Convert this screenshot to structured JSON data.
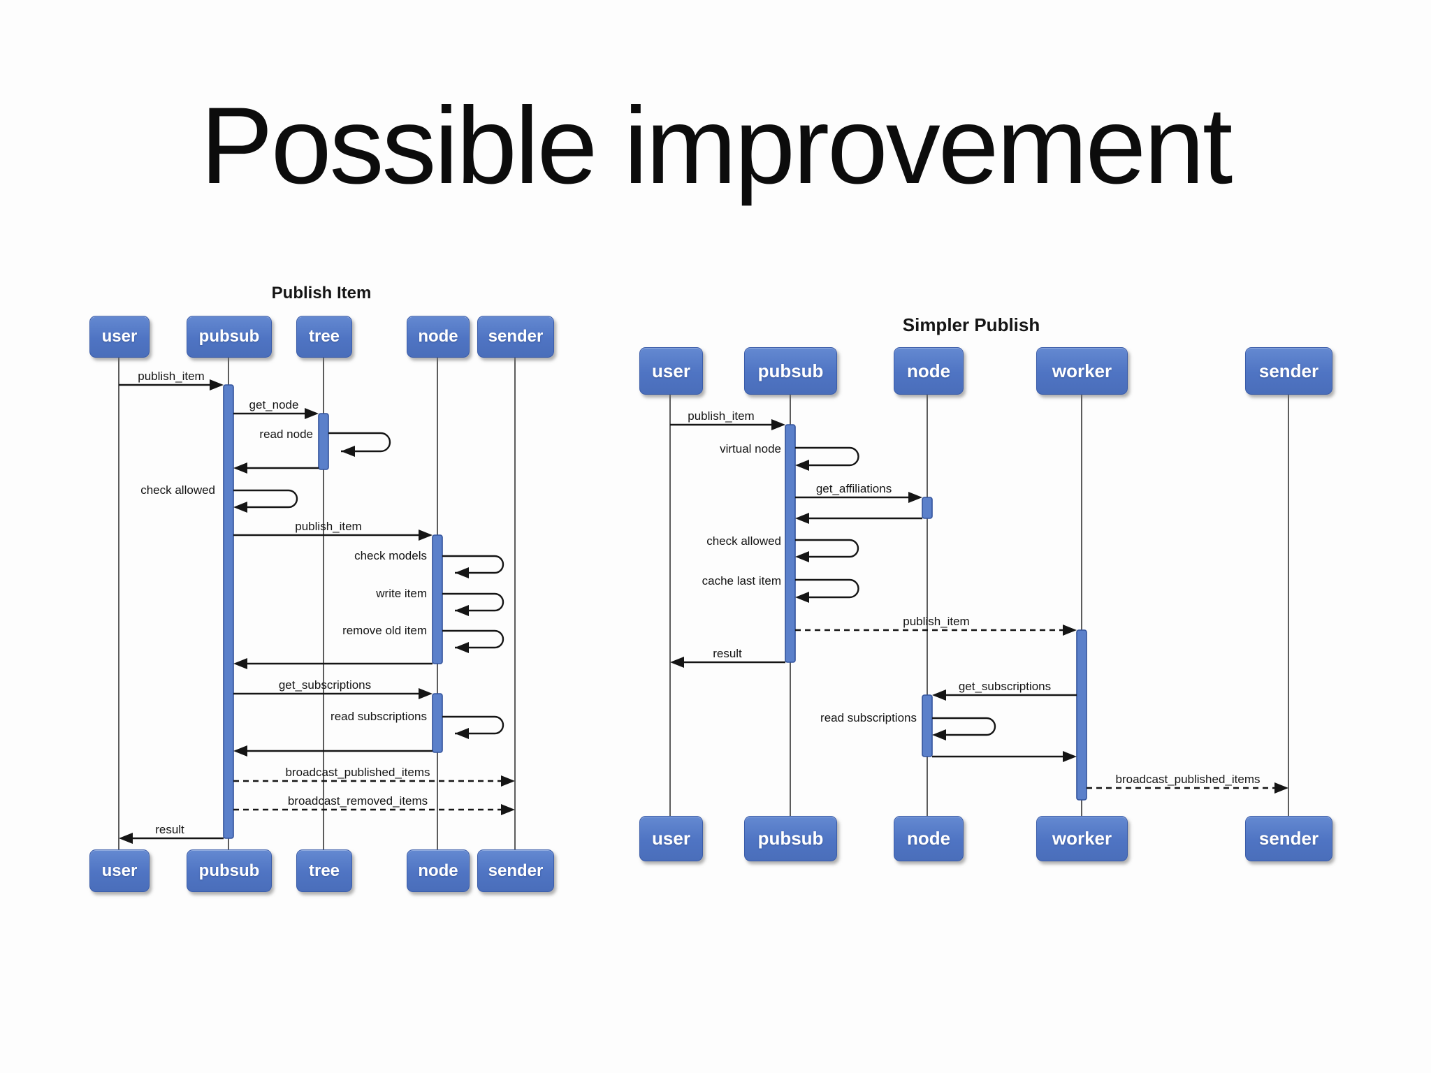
{
  "slide_title": "Possible improvement",
  "colors": {
    "actor_fill": "#4f74c3",
    "actor_border": "#3a5ca9",
    "lifeline": "#5c5c5c",
    "arrow": "#151515",
    "activation_fill": "#5b80ca",
    "activation_border": "#33539c",
    "background": "#fdfdfd"
  },
  "diagrams": [
    {
      "title": "Publish Item",
      "actors": [
        "user",
        "pubsub",
        "tree",
        "node",
        "sender"
      ],
      "messages": [
        {
          "label": "publish_item",
          "from": "user",
          "to": "pubsub",
          "style": "solid"
        },
        {
          "label": "get_node",
          "from": "pubsub",
          "to": "tree",
          "style": "solid"
        },
        {
          "label": "read node",
          "from": "tree",
          "to": "tree",
          "style": "self"
        },
        {
          "label": "check allowed",
          "from": "pubsub",
          "to": "pubsub",
          "style": "self"
        },
        {
          "label": "publish_item",
          "from": "pubsub",
          "to": "node",
          "style": "solid"
        },
        {
          "label": "check models",
          "from": "node",
          "to": "node",
          "style": "self"
        },
        {
          "label": "write item",
          "from": "node",
          "to": "node",
          "style": "self"
        },
        {
          "label": "remove old item",
          "from": "node",
          "to": "node",
          "style": "self"
        },
        {
          "label": "get_subscriptions",
          "from": "pubsub",
          "to": "node",
          "style": "solid"
        },
        {
          "label": "read subscriptions",
          "from": "node",
          "to": "node",
          "style": "self"
        },
        {
          "label": "broadcast_published_items",
          "from": "pubsub",
          "to": "sender",
          "style": "dashed"
        },
        {
          "label": "broadcast_removed_items",
          "from": "pubsub",
          "to": "sender",
          "style": "dashed"
        },
        {
          "label": "result",
          "from": "pubsub",
          "to": "user",
          "style": "solid"
        }
      ]
    },
    {
      "title": "Simpler Publish",
      "actors": [
        "user",
        "pubsub",
        "node",
        "worker",
        "sender"
      ],
      "messages": [
        {
          "label": "publish_item",
          "from": "user",
          "to": "pubsub",
          "style": "solid"
        },
        {
          "label": "virtual node",
          "from": "pubsub",
          "to": "pubsub",
          "style": "self"
        },
        {
          "label": "get_affiliations",
          "from": "pubsub",
          "to": "node",
          "style": "solid"
        },
        {
          "label": "check allowed",
          "from": "pubsub",
          "to": "pubsub",
          "style": "self"
        },
        {
          "label": "cache last item",
          "from": "pubsub",
          "to": "pubsub",
          "style": "self"
        },
        {
          "label": "publish_item",
          "from": "pubsub",
          "to": "worker",
          "style": "dashed"
        },
        {
          "label": "result",
          "from": "pubsub",
          "to": "user",
          "style": "solid"
        },
        {
          "label": "get_subscriptions",
          "from": "worker",
          "to": "node",
          "style": "solid"
        },
        {
          "label": "read subscriptions",
          "from": "node",
          "to": "node",
          "style": "self"
        },
        {
          "label": "broadcast_published_items",
          "from": "worker",
          "to": "sender",
          "style": "dashed"
        }
      ]
    }
  ]
}
